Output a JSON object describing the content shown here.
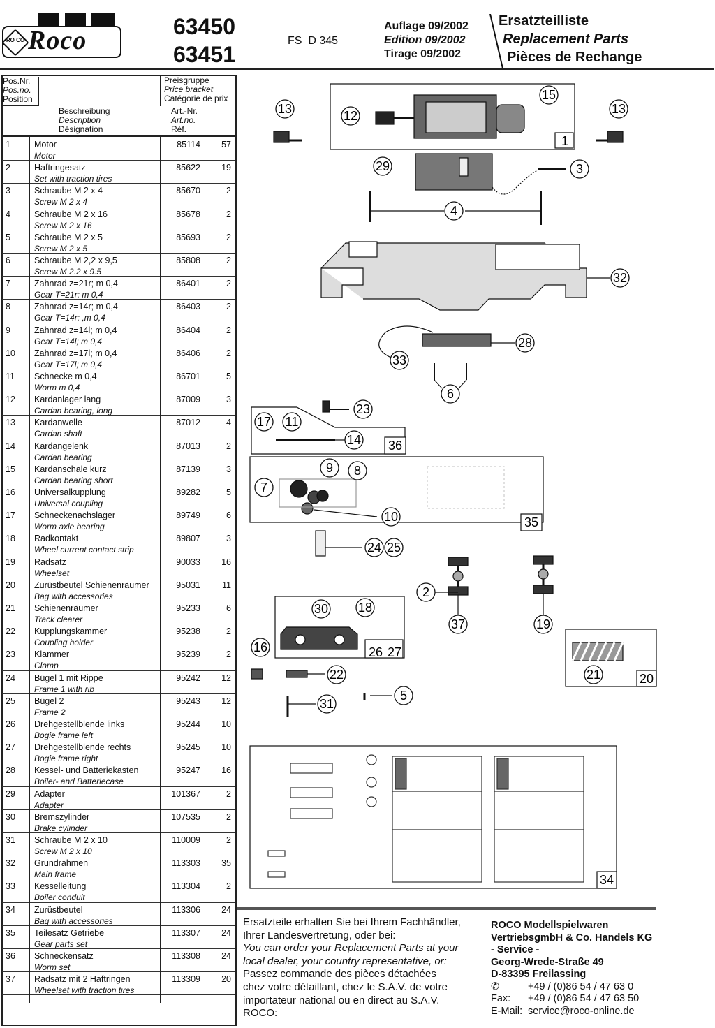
{
  "header": {
    "brand": "Roco",
    "brand_badge": "RO CO",
    "article_numbers": [
      "63450",
      "63451"
    ],
    "model": "FS  D 345",
    "edition": [
      "Auflage 09/2002",
      "Edition 09/2002",
      "Tirage 09/2002"
    ],
    "doc_title": [
      "Ersatzteilliste",
      "Replacement Parts",
      "Pièces de Rechange"
    ]
  },
  "table": {
    "head_pos": [
      "Pos.Nr.",
      "Pos.no.",
      "Position"
    ],
    "head_desc": [
      "Beschreibung",
      "Description",
      "Désignation"
    ],
    "head_price": [
      "Preisgruppe",
      "Price bracket",
      "Catégorie de prix"
    ],
    "head_art": [
      "Art.-Nr.",
      "Art.no.",
      "Réf."
    ],
    "rows": [
      {
        "pos": "1",
        "de": "Motor",
        "en": "Motor",
        "art": "85114",
        "price": "57"
      },
      {
        "pos": "2",
        "de": "Haftringesatz",
        "en": "Set with traction tires",
        "art": "85622",
        "price": "19"
      },
      {
        "pos": "3",
        "de": "Schraube M 2 x 4",
        "en": "Screw M 2 x 4",
        "art": "85670",
        "price": "2"
      },
      {
        "pos": "4",
        "de": "Schraube M 2 x 16",
        "en": "Screw M 2 x 16",
        "art": "85678",
        "price": "2"
      },
      {
        "pos": "5",
        "de": "Schraube M 2 x 5",
        "en": "Screw M 2 x 5",
        "art": "85693",
        "price": "2"
      },
      {
        "pos": "6",
        "de": "Schraube M 2,2 x 9,5",
        "en": "Screw M 2.2 x 9.5",
        "art": "85808",
        "price": "2"
      },
      {
        "pos": "7",
        "de": "Zahnrad z=21r; m 0,4",
        "en": "Gear T=21r; m 0,4",
        "art": "86401",
        "price": "2"
      },
      {
        "pos": "8",
        "de": "Zahnrad z=14r; m 0,4",
        "en": "Gear T=14r; ,m 0,4",
        "art": "86403",
        "price": "2"
      },
      {
        "pos": "9",
        "de": "Zahnrad z=14l; m 0,4",
        "en": "Gear T=14l; m 0,4",
        "art": "86404",
        "price": "2"
      },
      {
        "pos": "10",
        "de": "Zahnrad z=17l; m 0,4",
        "en": "Gear T=17l; m 0,4",
        "art": "86406",
        "price": "2"
      },
      {
        "pos": "11",
        "de": "Schnecke m 0,4",
        "en": "Worm m 0,4",
        "art": "86701",
        "price": "5"
      },
      {
        "pos": "12",
        "de": "Kardanlager lang",
        "en": "Cardan bearing, long",
        "art": "87009",
        "price": "3"
      },
      {
        "pos": "13",
        "de": "Kardanwelle",
        "en": "Cardan shaft",
        "art": "87012",
        "price": "4"
      },
      {
        "pos": "14",
        "de": "Kardangelenk",
        "en": "Cardan bearing",
        "art": "87013",
        "price": "2"
      },
      {
        "pos": "15",
        "de": "Kardanschale kurz",
        "en": "Cardan bearing short",
        "art": "87139",
        "price": "3"
      },
      {
        "pos": "16",
        "de": "Universalkupplung",
        "en": "Universal coupling",
        "art": "89282",
        "price": "5"
      },
      {
        "pos": "17",
        "de": "Schneckenachslager",
        "en": "Worm axle bearing",
        "art": "89749",
        "price": "6"
      },
      {
        "pos": "18",
        "de": "Radkontakt",
        "en": "Wheel current contact strip",
        "art": "89807",
        "price": "3"
      },
      {
        "pos": "19",
        "de": "Radsatz",
        "en": "Wheelset",
        "art": "90033",
        "price": "16"
      },
      {
        "pos": "20",
        "de": "Zurüstbeutel Schienenräumer",
        "en": "Bag with accessories",
        "art": "95031",
        "price": "11"
      },
      {
        "pos": "21",
        "de": "Schienenräumer",
        "en": "Track clearer",
        "art": "95233",
        "price": "6"
      },
      {
        "pos": "22",
        "de": "Kupplungskammer",
        "en": "Coupling holder",
        "art": "95238",
        "price": "2"
      },
      {
        "pos": "23",
        "de": "Klammer",
        "en": "Clamp",
        "art": "95239",
        "price": "2"
      },
      {
        "pos": "24",
        "de": "Bügel 1 mit Rippe",
        "en": "Frame 1 with rib",
        "art": "95242",
        "price": "12"
      },
      {
        "pos": "25",
        "de": "Bügel 2",
        "en": "Frame 2",
        "art": "95243",
        "price": "12"
      },
      {
        "pos": "26",
        "de": "Drehgestellblende links",
        "en": "Bogie frame left",
        "art": "95244",
        "price": "10"
      },
      {
        "pos": "27",
        "de": "Drehgestellblende rechts",
        "en": "Bogie frame right",
        "art": "95245",
        "price": "10"
      },
      {
        "pos": "28",
        "de": "Kessel- und Batteriekasten",
        "en": "Boiler- and Batteriecase",
        "art": "95247",
        "price": "16"
      },
      {
        "pos": "29",
        "de": "Adapter",
        "en": "Adapter",
        "art": "101367",
        "price": "2"
      },
      {
        "pos": "30",
        "de": "Bremszylinder",
        "en": "Brake cylinder",
        "art": "107535",
        "price": "2"
      },
      {
        "pos": "31",
        "de": "Schraube M 2 x 10",
        "en": "Screw M 2 x 10",
        "art": "110009",
        "price": "2"
      },
      {
        "pos": "32",
        "de": "Grundrahmen",
        "en": "Main frame",
        "art": "113303",
        "price": "35"
      },
      {
        "pos": "33",
        "de": "Kesselleitung",
        "en": "Boiler conduit",
        "art": "113304",
        "price": "2"
      },
      {
        "pos": "34",
        "de": "Zurüstbeutel",
        "en": "Bag with accessories",
        "art": "113306",
        "price": "24"
      },
      {
        "pos": "35",
        "de": "Teilesatz Getriebe",
        "en": "Gear parts set",
        "art": "113307",
        "price": "24"
      },
      {
        "pos": "36",
        "de": "Schneckensatz",
        "en": "Worm set",
        "art": "113308",
        "price": "24"
      },
      {
        "pos": "37",
        "de": "Radsatz mit 2 Haftringen",
        "en": "Wheelset with traction tires",
        "art": "113309",
        "price": "20"
      }
    ]
  },
  "diagram": {
    "callouts": [
      "1",
      "2",
      "3",
      "4",
      "5",
      "6",
      "7",
      "8",
      "9",
      "10",
      "11",
      "12",
      "13",
      "14",
      "15",
      "16",
      "17",
      "18",
      "19",
      "20",
      "21",
      "22",
      "23",
      "24",
      "25",
      "26",
      "27",
      "28",
      "29",
      "30",
      "31",
      "32",
      "33",
      "34",
      "35",
      "36",
      "37"
    ]
  },
  "footer": {
    "order_info": [
      "Ersatzteile erhalten Sie bei Ihrem Fachhändler,",
      "Ihrer Landesvertretung, oder bei:",
      "You can order your Replacement Parts at your",
      "local dealer, your country representative, or:",
      "Passez commande des pièces détachées",
      "chez votre détaillant, chez le S.A.V. de votre",
      "importateur national ou en direct au S.A.V.",
      "ROCO:"
    ],
    "company": [
      "ROCO Modellspielwaren",
      "VertriebsgmbH & Co. Handels KG",
      "- Service -",
      "Georg-Wrede-Straße 49",
      "D-83395 Freilassing"
    ],
    "phone_symbol": "✆",
    "phone": "+49 / (0)86 54 / 47 63 0",
    "fax_label": "Fax:",
    "fax": "+49 / (0)86 54 / 47 63 50",
    "email_label": "E-Mail:",
    "email": "service@roco-online.de"
  }
}
